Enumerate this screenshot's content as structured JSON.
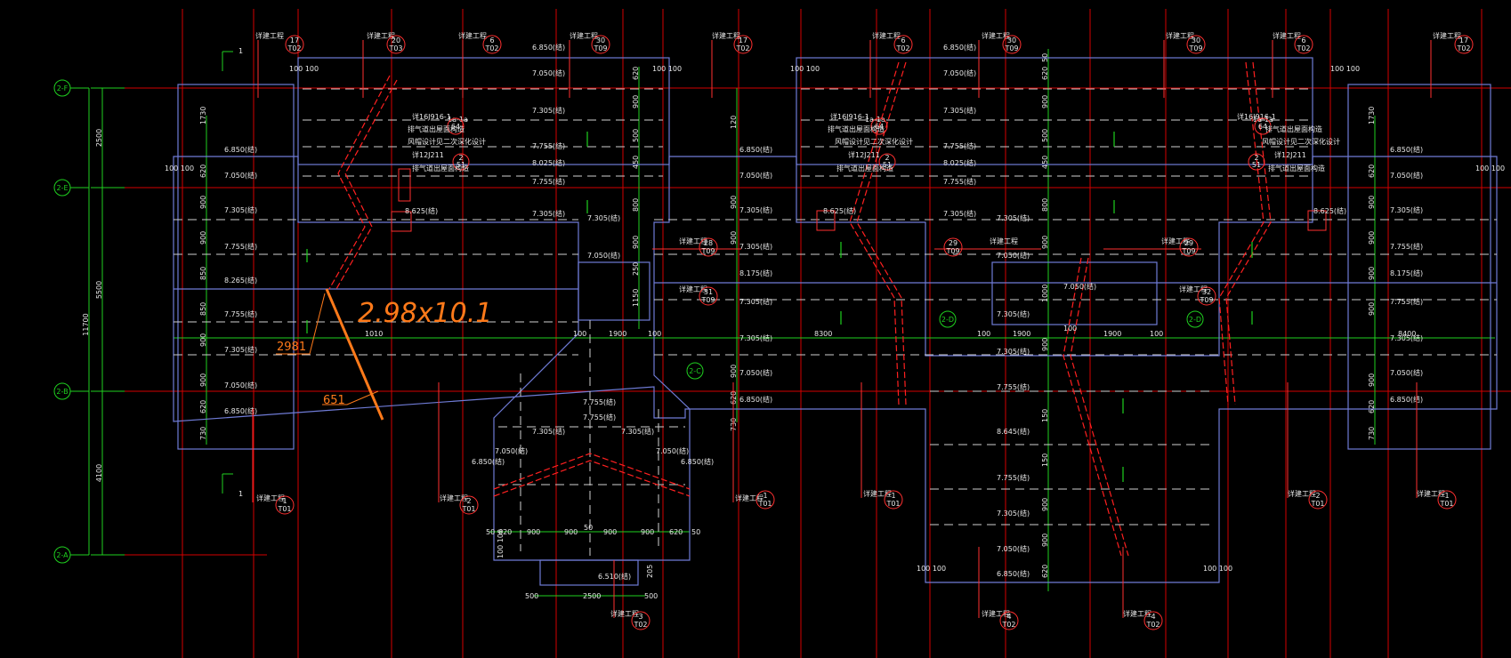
{
  "colors": {
    "background": "#000000",
    "grid_red": "#d40000",
    "wall_blue": "#6f7bd6",
    "dim_green": "#1fd11f",
    "text_white": "#e8e8e8",
    "ridge_red": "#ff2020",
    "markup_orange": "#ff7a1a"
  },
  "axes": {
    "left": [
      "2-F",
      "2-E",
      "2-B",
      "2-A"
    ],
    "mid": [
      "2-D",
      "2-D",
      "2-C"
    ]
  },
  "dims": {
    "left_total": "11700",
    "left_segs": [
      "2500",
      "5500",
      "4100"
    ],
    "bottom": [
      "50",
      "620",
      "900",
      "900",
      "900",
      "900",
      "620",
      "50"
    ],
    "stair": [
      "500",
      "2500",
      "500"
    ],
    "mid": [
      "100",
      "1900",
      "100",
      "1900",
      "100",
      "100",
      "1900",
      "100"
    ],
    "spans": [
      "8300",
      "8400"
    ]
  },
  "section_mark": "1",
  "elev": [
    "6.850(结)",
    "7.050(结)",
    "7.305(结)",
    "7.755(结)",
    "8.265(结)",
    "7.755(结)",
    "7.305(结)",
    "7.050(结)",
    "6.850(结)",
    "7.305(结)",
    "7.755(结)",
    "7.755(结)",
    "8.025(结)",
    "8.625(结)",
    "7.305(结)",
    "7.050(结)",
    "6.850(结)",
    "8.175(结)",
    "8.645(结)",
    "6.510(结)"
  ],
  "details": [
    {
      "label": "详建工程",
      "num": "17",
      "sheet": "T02"
    },
    {
      "label": "详建工程",
      "num": "20",
      "sheet": "T03"
    },
    {
      "label": "详建工程",
      "num": "6",
      "sheet": "T02"
    },
    {
      "label": "详建工程",
      "num": "30",
      "sheet": "T09"
    },
    {
      "label": "详建工程",
      "num": "1",
      "sheet": "T01"
    },
    {
      "label": "详建工程",
      "num": "2",
      "sheet": "T01"
    },
    {
      "label": "详建工程",
      "num": "3",
      "sheet": "T02"
    },
    {
      "label": "详建工程",
      "num": "4",
      "sheet": "T02"
    },
    {
      "label": "详建工程",
      "num": "28",
      "sheet": "T09"
    },
    {
      "label": "详建工程",
      "num": "31",
      "sheet": "T09"
    },
    {
      "label": "详建工程",
      "num": "29",
      "sheet": "T09"
    },
    {
      "label": "详建工程",
      "num": "32",
      "sheet": "T09"
    }
  ],
  "notes": {
    "std1": "详16J916-1",
    "std1_ref": "1a-1a",
    "std1_num": "64",
    "std1_line1": "排气道出屋面构造",
    "std1_line2": "风帽设计见二次深化设计",
    "std2": "详12J211",
    "std2_ref": "2",
    "std2_num": "51",
    "std2_line": "排气道出屋面构造"
  },
  "markup": {
    "formula": "2.98x10.1",
    "len_a": "2981",
    "len_b": "651"
  },
  "misc": {
    "d100": "100",
    "d100_100": "100 100",
    "d1010": "1010",
    "d50": "50",
    "v1730": "1730",
    "v620": "620",
    "v900": "900",
    "v850": "850",
    "v730": "730",
    "v500": "500",
    "v150": "150",
    "v450": "450",
    "v800": "800",
    "v1150": "1150",
    "v250": "250",
    "v1000": "1000",
    "v205": "205",
    "v120": "120"
  }
}
